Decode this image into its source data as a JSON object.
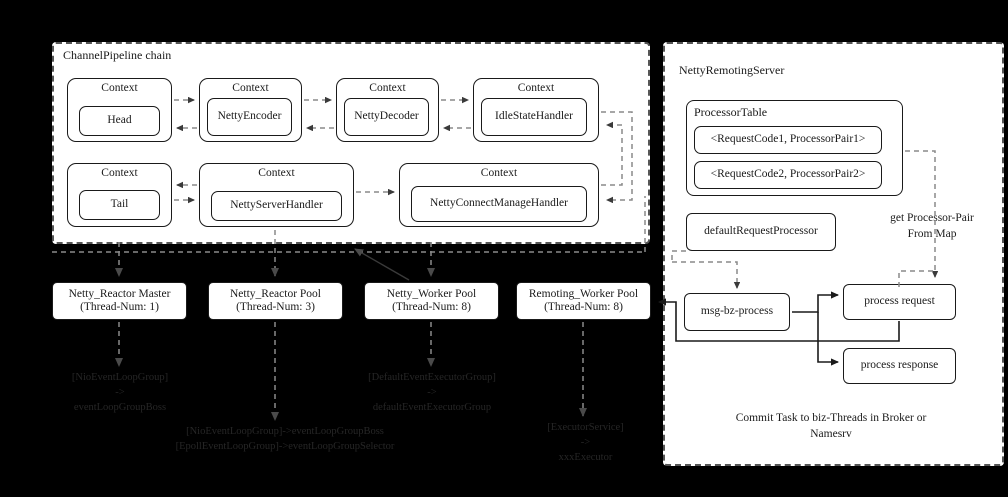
{
  "left_panel": {
    "title": "ChannelPipeline chain",
    "context_label": "Context",
    "contexts_top": [
      {
        "context": "Context",
        "handler": "Head"
      },
      {
        "context": "Context",
        "handler": "NettyEncoder"
      },
      {
        "context": "Context",
        "handler": "NettyDecoder"
      },
      {
        "context": "Context",
        "handler": "IdleStateHandler"
      }
    ],
    "contexts_bottom": [
      {
        "context": "Context",
        "handler": "Tail"
      },
      {
        "context": "Context",
        "handler": "NettyServerHandler"
      },
      {
        "context": "Context",
        "handler": "NettyConnectManageHandler"
      }
    ]
  },
  "right_panel": {
    "title": "NettyRemotingServer",
    "processor_table": {
      "title": "ProcessorTable",
      "entries": [
        "<RequestCode1, ProcessorPair1>",
        "<RequestCode2, ProcessorPair2>"
      ]
    },
    "default_request_processor": "defaultRequestProcessor",
    "msg_bz_process": "msg-bz-process",
    "process_request": "process request",
    "process_response": "process response",
    "map_lookup_note": "get Processor-Pair\nFrom Map",
    "footer_note": "Commit Task to biz-Threads in Broker or\nNamesrv"
  },
  "thread_pools": [
    {
      "name": "Netty_Reactor Master",
      "threads": "(Thread-Num: 1)"
    },
    {
      "name": "Netty_Reactor Pool",
      "threads": "(Thread-Num: 3)"
    },
    {
      "name": "Netty_Worker Pool",
      "threads": "(Thread-Num: 8)"
    },
    {
      "name": "Remoting_Worker Pool",
      "threads": "(Thread-Num: 8)"
    }
  ],
  "pool_notes": [
    "[NioEventLoopGroup]\n->\neventLoopGroupBoss",
    "[NioEventLoopGroup]->eventLoopGroupBoss\n[EpollEventLoopGroup]->eventLoopGroupSelector",
    "[DefaultEventExecutorGroup]\n->\ndefaultEventExecutorGroup",
    "[ExecutorService]\n->\nxxxExecutor"
  ],
  "colors": {
    "background": "#000000",
    "panel_fill": "#ffffff",
    "stroke": "#1a1a1a",
    "dashed_stroke": "#8a8a8a",
    "note_text": "#262626"
  }
}
